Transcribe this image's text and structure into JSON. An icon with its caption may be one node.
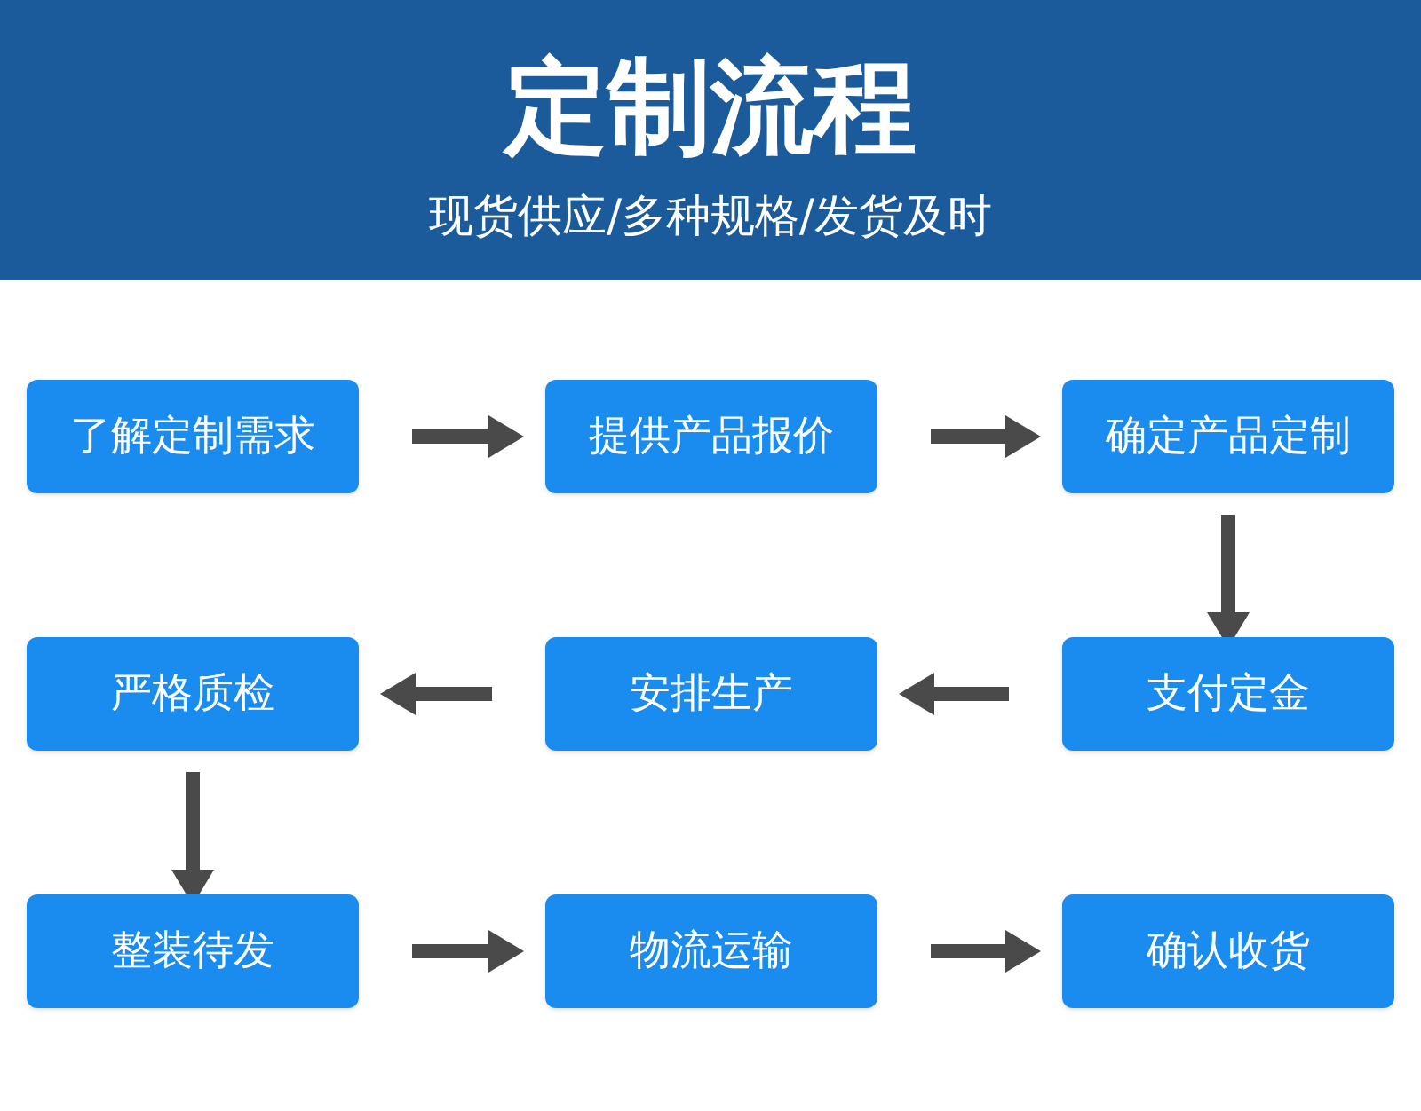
{
  "diagram": {
    "title": "定制流程",
    "labels": [
      "现货供应/多种规格/发货及时"
    ],
    "nodes": [
      {
        "text": [
          "了解定制需求"
        ]
      },
      {
        "text": [
          "提供产品报价"
        ]
      },
      {
        "text": [
          "确定产品定制"
        ]
      },
      {
        "text": [
          "严格质检"
        ]
      },
      {
        "text": [
          "安排生产"
        ]
      },
      {
        "text": [
          "支付定金"
        ]
      },
      {
        "text": [
          "整装待发"
        ]
      },
      {
        "text": [
          "物流运输"
        ]
      },
      {
        "text": [
          "确认收货"
        ]
      }
    ],
    "edges": [
      {
        "from": 0,
        "to": 1,
        "arrow": "to"
      },
      {
        "from": 1,
        "to": 2,
        "arrow": "to"
      },
      {
        "from": 2,
        "to": 5,
        "arrow": "to"
      },
      {
        "from": 5,
        "to": 4,
        "arrow": "to"
      },
      {
        "from": 4,
        "to": 3,
        "arrow": "to"
      },
      {
        "from": 3,
        "to": 6,
        "arrow": "to"
      },
      {
        "from": 6,
        "to": 7,
        "arrow": "to"
      },
      {
        "from": 7,
        "to": 8,
        "arrow": "to"
      }
    ]
  }
}
